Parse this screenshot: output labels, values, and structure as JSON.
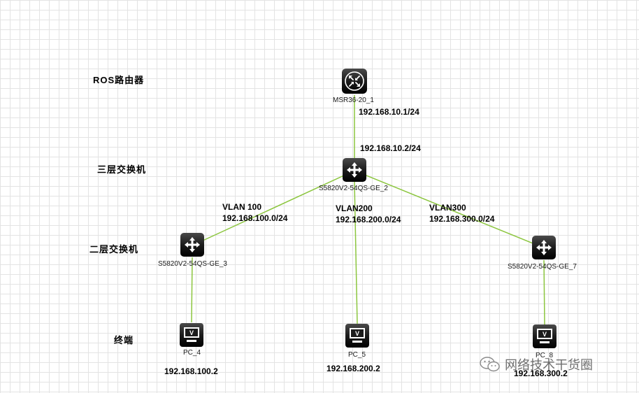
{
  "layers": {
    "router": "ROS路由器",
    "l3_switch": "三层交换机",
    "l2_switch": "二层交换机",
    "terminal": "终端"
  },
  "devices": {
    "router": {
      "name": "MSR36-20_1",
      "icon": "router-icon"
    },
    "core_switch": {
      "name": "S5820V2-54QS-GE_2",
      "icon": "switch-icon"
    },
    "access_left": {
      "name": "S5820V2-54QS-GE_3",
      "icon": "switch-icon"
    },
    "access_right": {
      "name": "S5820V2-54QS-GE_7",
      "icon": "switch-icon"
    },
    "pc4": {
      "name": "PC_4",
      "icon": "monitor-icon"
    },
    "pc5": {
      "name": "PC_5",
      "icon": "monitor-icon"
    },
    "pc8": {
      "name": "PC_8",
      "icon": "monitor-icon"
    }
  },
  "addresses": {
    "router_if": "192.168.10.1/24",
    "core_uplink": "192.168.10.2/24",
    "pc4_ip": "192.168.100.2",
    "pc5_ip": "192.168.200.2",
    "pc8_ip": "192.168.300.2"
  },
  "vlans": {
    "vlan100": {
      "name": "VLAN 100",
      "subnet": "192.168.100.0/24"
    },
    "vlan200": {
      "name": "VLAN200",
      "subnet": "192.168.200.0/24"
    },
    "vlan300": {
      "name": "VLAN300",
      "subnet": "192.168.300.0/24"
    }
  },
  "watermark": {
    "text": "网络技术干货圈",
    "icon": "wechat-icon"
  },
  "colors": {
    "link": "#8cc63f",
    "device": "#1c1c1c",
    "grid": "#e3e3e3"
  }
}
